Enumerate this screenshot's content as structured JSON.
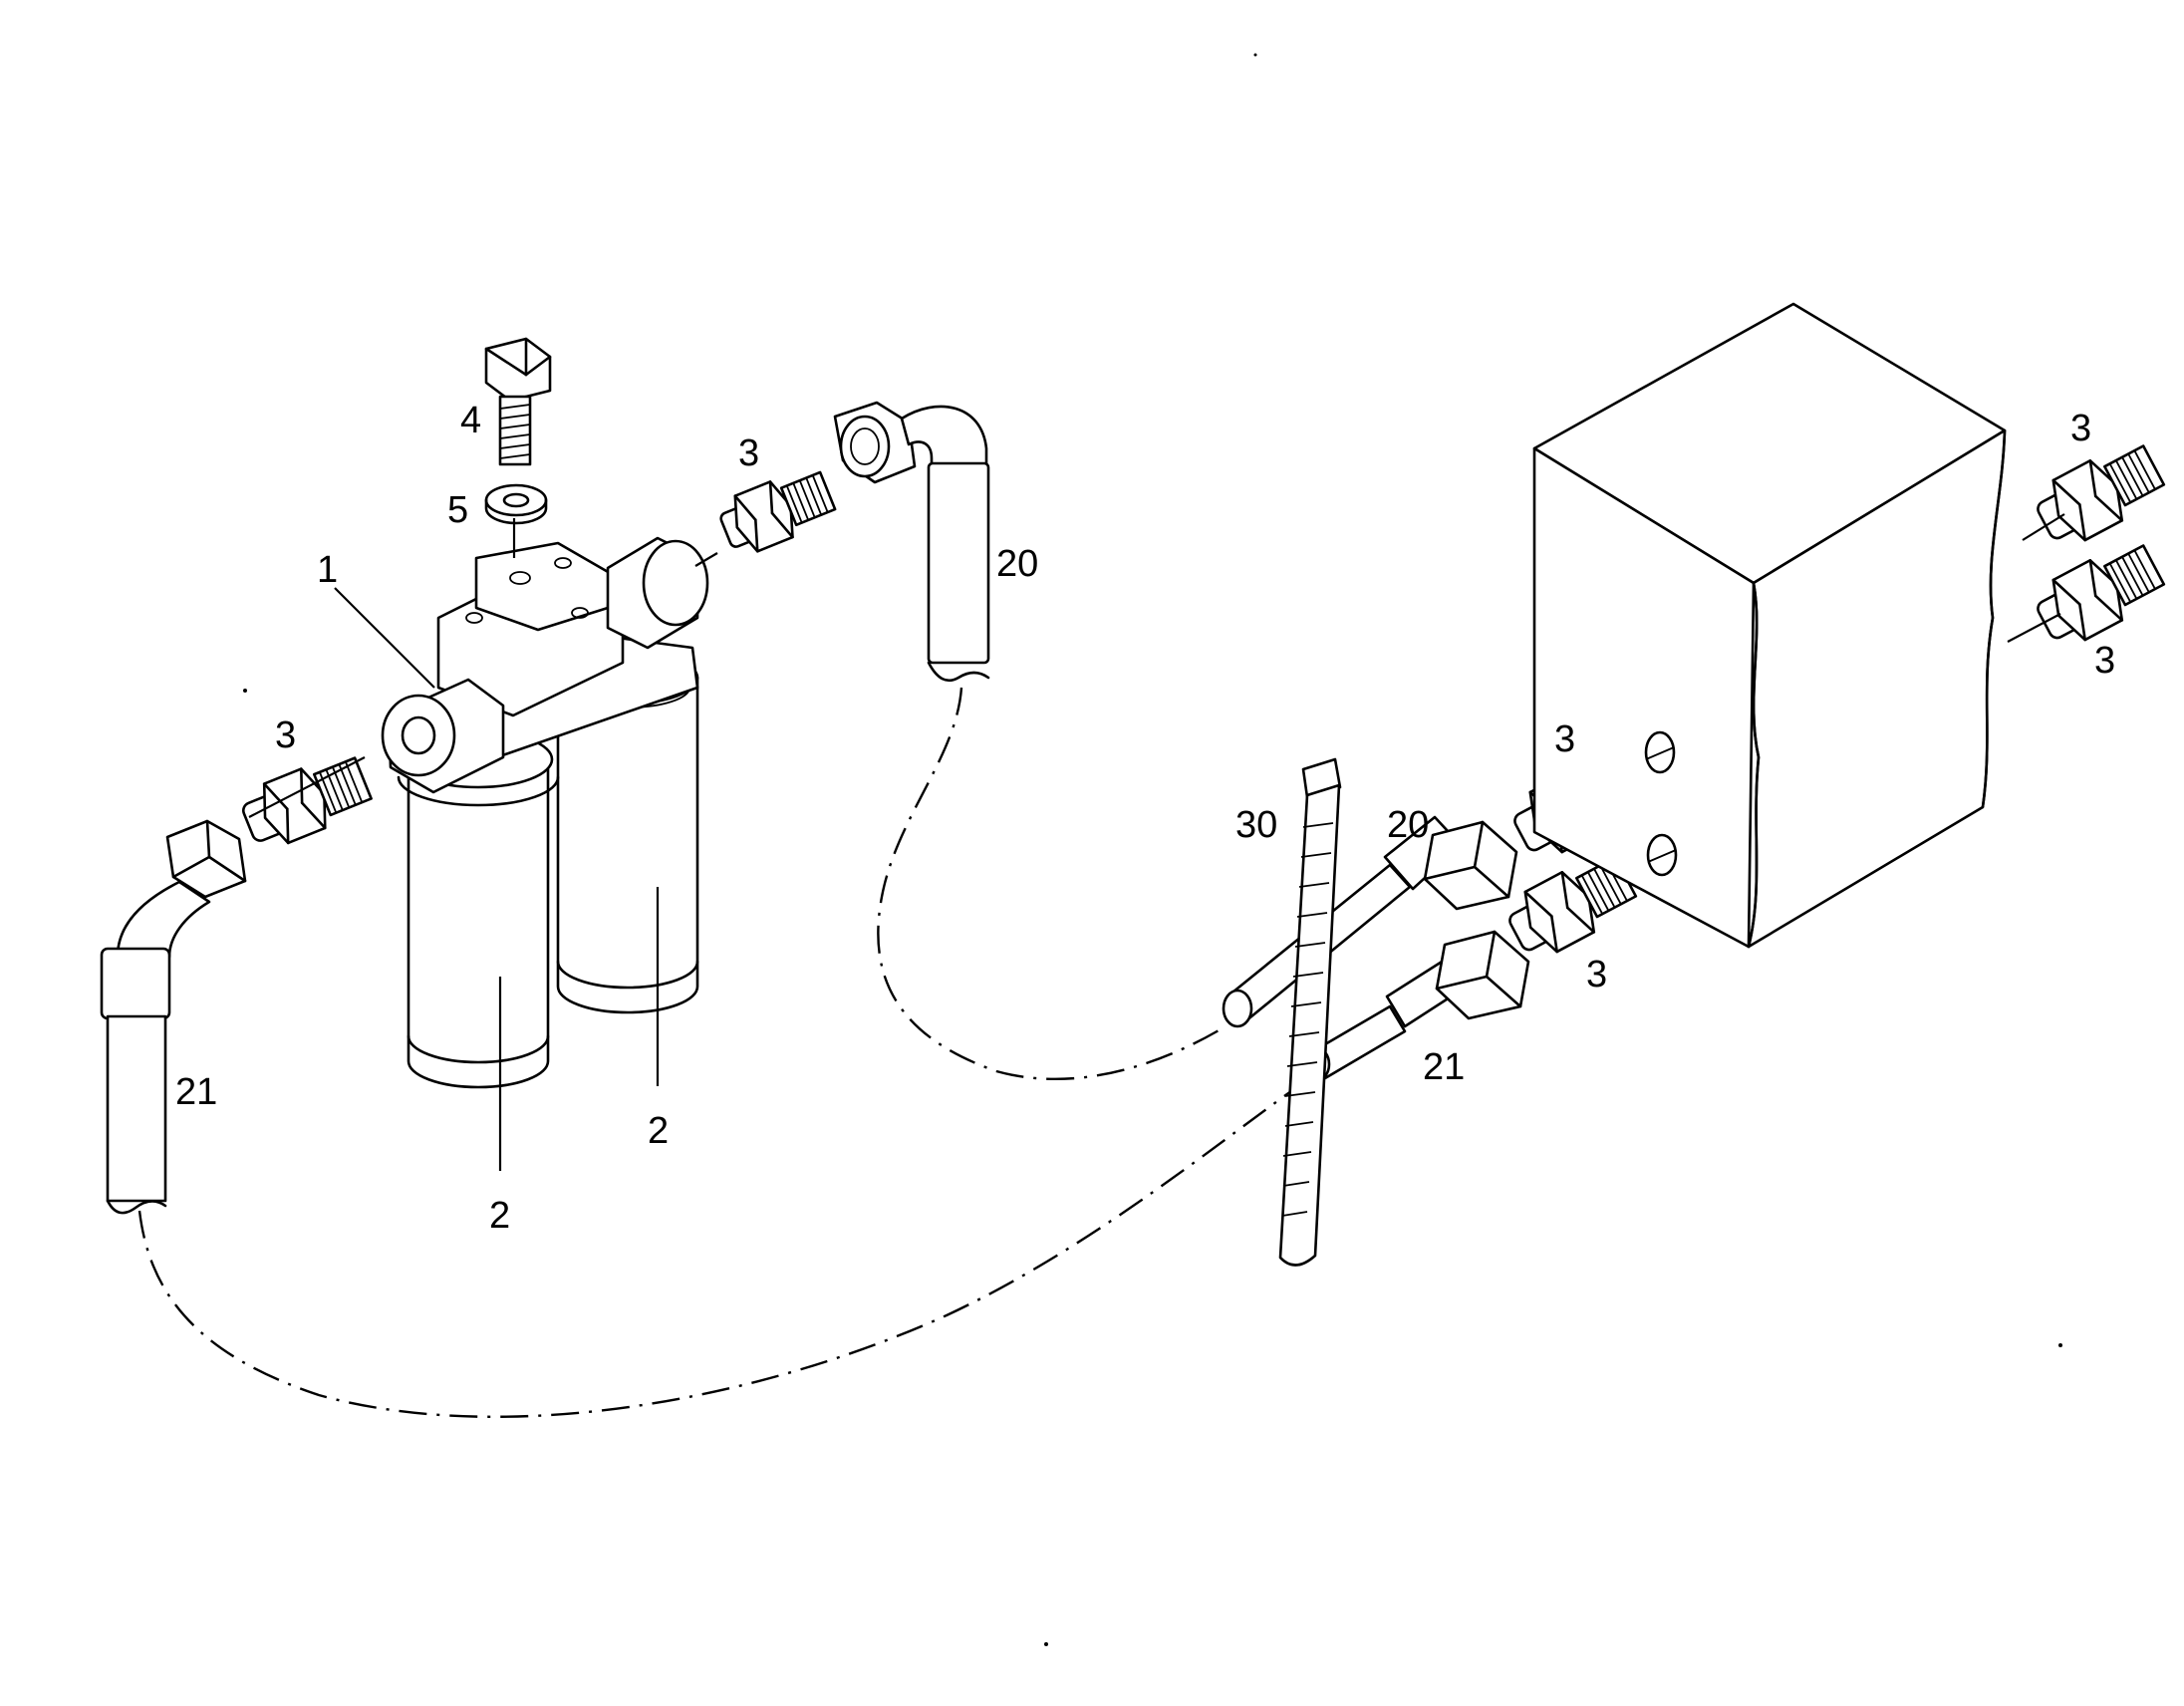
{
  "diagram": {
    "callouts": {
      "c1": "1",
      "c2a": "2",
      "c2b": "2",
      "c3_filter_right": "3",
      "c3_filter_left": "3",
      "c3_box_top_upper": "3",
      "c3_box_top_lower": "3",
      "c3_box_front_upper": "3",
      "c3_box_front_lower": "3",
      "c4": "4",
      "c5": "5",
      "c20_top": "20",
      "c20_front": "20",
      "c21_left": "21",
      "c21_front": "21",
      "c30": "30"
    }
  }
}
